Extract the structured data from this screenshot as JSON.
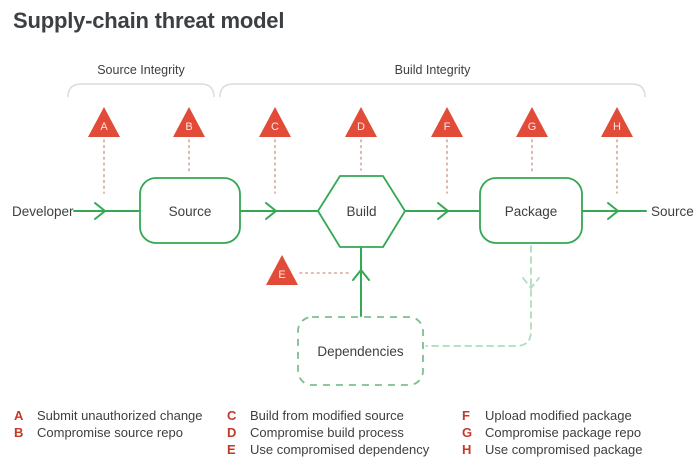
{
  "title": "Supply-chain threat model",
  "sections": {
    "source": "Source Integrity",
    "build": "Build Integrity"
  },
  "flow": {
    "input_label": "Developer",
    "output_label": "Source",
    "source_node": "Source",
    "build_node": "Build",
    "package_node": "Package",
    "dependencies_node": "Dependencies"
  },
  "threats": [
    {
      "letter": "A",
      "description": "Submit unauthorized change"
    },
    {
      "letter": "B",
      "description": "Compromise source repo"
    },
    {
      "letter": "C",
      "description": "Build from modified source"
    },
    {
      "letter": "D",
      "description": "Compromise build process"
    },
    {
      "letter": "E",
      "description": "Use compromised dependency"
    },
    {
      "letter": "F",
      "description": "Upload modified package"
    },
    {
      "letter": "G",
      "description": "Compromise package repo"
    },
    {
      "letter": "H",
      "description": "Use compromised package"
    }
  ],
  "colors": {
    "threat_red": "#e14b38",
    "legend_letter_red": "#c53929",
    "flow_green": "#34a853",
    "dependencies_border_green": "#7cc08e",
    "package_dependency_link_green": "#aeddbc",
    "text_gray": "#3c4043",
    "bracket_gray": "#dadce0",
    "pointer_dotted_red": "#d6a29a"
  }
}
